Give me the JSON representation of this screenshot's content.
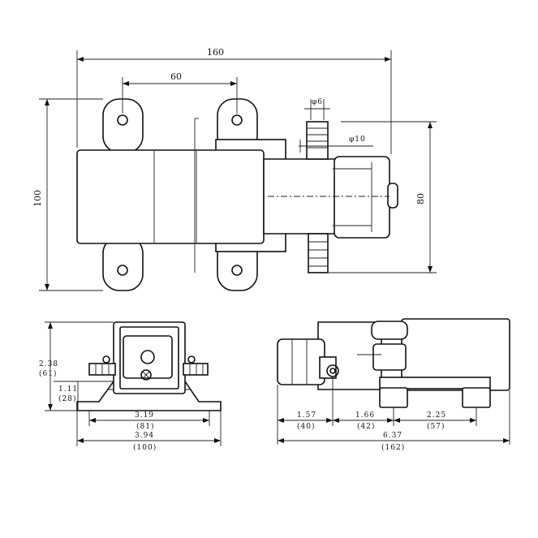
{
  "top_view": {
    "dim_length": "160",
    "dim_mount_spacing": "60",
    "dim_width": "100",
    "dim_height": "80",
    "dim_inlet": "φ6",
    "dim_outlet": "φ10"
  },
  "side_view": {
    "height_in": "2.38",
    "height_mm": "(61)",
    "base_in": "1.11",
    "base_mm": "(28)",
    "inner_in": "3.19",
    "inner_mm": "(81)",
    "outer_in": "3.94",
    "outer_mm": "(100)"
  },
  "front_view": {
    "seg1_in": "1.57",
    "seg1_mm": "(40)",
    "seg2_in": "1.66",
    "seg2_mm": "(42)",
    "seg3_in": "2.25",
    "seg3_mm": "(57)",
    "total_in": "6.37",
    "total_mm": "(162)"
  }
}
